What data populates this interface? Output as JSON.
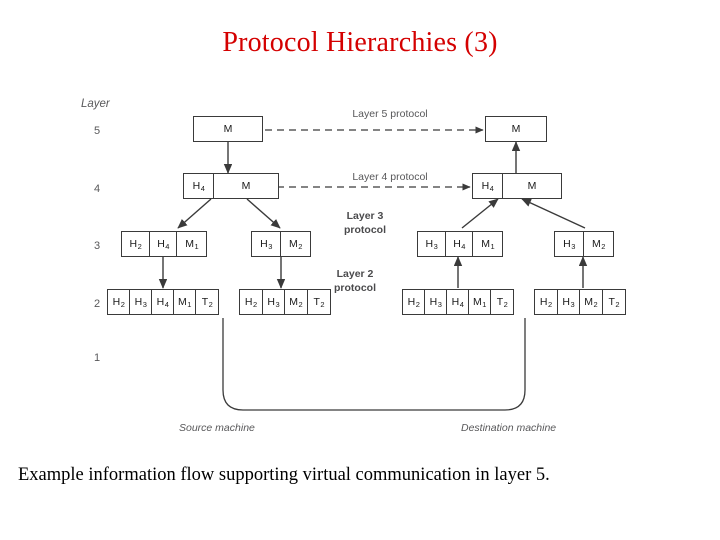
{
  "slide": {
    "title": "Protocol Hierarchies (3)",
    "caption": "Example information flow supporting virtual communication in layer 5.",
    "title_color": "#d40000",
    "caption_color": "#000000"
  },
  "diagram": {
    "axis": {
      "layer_word": "Layer",
      "layer_numbers": [
        "5",
        "4",
        "3",
        "2",
        "1"
      ]
    },
    "protocol_labels": [
      {
        "text": "Layer 5 protocol",
        "bold": false
      },
      {
        "text": "Layer 4 protocol",
        "bold": false
      },
      {
        "text": "Layer 3",
        "bold": true
      },
      {
        "text": "protocol",
        "bold": true
      },
      {
        "text": "Layer 2",
        "bold": true
      },
      {
        "text": "protocol",
        "bold": true
      }
    ],
    "machine_labels": {
      "source": "Source machine",
      "destination": "Destination machine"
    },
    "packets": {
      "layer5_left": [
        "M"
      ],
      "layer5_right": [
        "M"
      ],
      "layer4_left": [
        "H4",
        "M"
      ],
      "layer4_right": [
        "H4",
        "M"
      ],
      "layer3_left_a": [
        "H2",
        "H4",
        "M1"
      ],
      "layer3_left_b": [
        "H3",
        "M2"
      ],
      "layer3_right_a": [
        "H3",
        "H4",
        "M1"
      ],
      "layer3_right_b": [
        "H3",
        "M2"
      ],
      "layer2_a": [
        "H2",
        "H3",
        "H4",
        "M1",
        "T2"
      ],
      "layer2_b": [
        "H2",
        "H3",
        "M2",
        "T2"
      ],
      "layer2_c": [
        "H2",
        "H3",
        "H4",
        "M1",
        "T2"
      ],
      "layer2_d": [
        "H2",
        "H3",
        "M2",
        "T2"
      ]
    }
  }
}
